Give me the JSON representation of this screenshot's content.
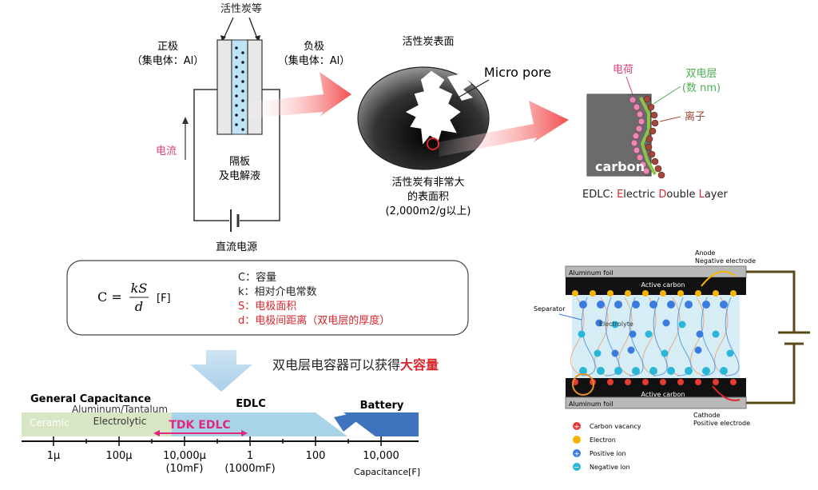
{
  "cell": {
    "activated_carbon_label": "活性炭等",
    "positive_label": "正极",
    "positive_collector": "（集电体：Al）",
    "negative_label": "负极",
    "negative_collector": "（集电体：Al）",
    "separator_label_1": "隔板",
    "separator_label_2": "及电解液",
    "current_label": "电流",
    "dc_source_label": "直流电源"
  },
  "surface": {
    "title": "活性炭表面",
    "micro_pore": "Micro pore",
    "caption_1": "活性炭有非常大",
    "caption_2": "的表面积",
    "caption_3": "(2,000m2/g以上)"
  },
  "edlc_detail": {
    "charge": "电荷",
    "double_layer_1": "双电层",
    "double_layer_2": "(数 nm)",
    "ion": "离子",
    "carbon": "carbon",
    "caption_e1": "EDLC: ",
    "caption_E": "E",
    "caption_lectric": "lectric ",
    "caption_D": "D",
    "caption_ouble": "ouble ",
    "caption_L": "L",
    "caption_ayer": "ayer"
  },
  "formula": {
    "lhs": "C =",
    "num": "kS",
    "den": "d",
    "unit": "[F]",
    "defs": [
      {
        "text": "C：容量",
        "color": "#222222"
      },
      {
        "text": "k：相对介电常数",
        "color": "#222222"
      },
      {
        "text": "S：电极面积",
        "color": "#d9272d"
      },
      {
        "text": "d：电极间距离（双电层的厚度）",
        "color": "#d9272d"
      }
    ]
  },
  "statement": {
    "main": "双电层电容器可以获得",
    "highlight": "大容量"
  },
  "scale": {
    "general": "General Capacitance",
    "ceramic": "Ceramic",
    "aluminum_1": "Aluminum/Tantalum",
    "aluminum_2": "Electrolytic",
    "tdk_edlc": "TDK EDLC",
    "edlc": "EDLC",
    "battery": "Battery",
    "ticks": [
      {
        "label": "1μ",
        "sub": ""
      },
      {
        "label": "100μ",
        "sub": ""
      },
      {
        "label": "10,000μ",
        "sub": "(10mF)"
      },
      {
        "label": "1",
        "sub": "(1000mF)"
      },
      {
        "label": "100",
        "sub": ""
      },
      {
        "label": "10,000",
        "sub": ""
      }
    ],
    "axis_label": "Capacitance[F]"
  },
  "structure": {
    "aluminum_foil_top": "Aluminum foil",
    "aluminum_foil_bottom": "Aluminum foil",
    "active_carbon_top": "Active carbon",
    "active_carbon_bottom": "Active carbon",
    "separator": "Separator",
    "electrolyte": "Electrolyte",
    "anode_1": "Anode",
    "anode_2": "Negative electrode",
    "cathode_1": "Cathode",
    "cathode_2": "Positive electrode",
    "legend": [
      {
        "label": "Carbon vacancy",
        "color": "#e53935",
        "sym": "+"
      },
      {
        "label": "Electron",
        "color": "#f4b400",
        "sym": ""
      },
      {
        "label": "Positive ion",
        "color": "#3a7be0",
        "sym": "+"
      },
      {
        "label": "Negative ion",
        "color": "#29b6d8",
        "sym": "−"
      }
    ]
  }
}
